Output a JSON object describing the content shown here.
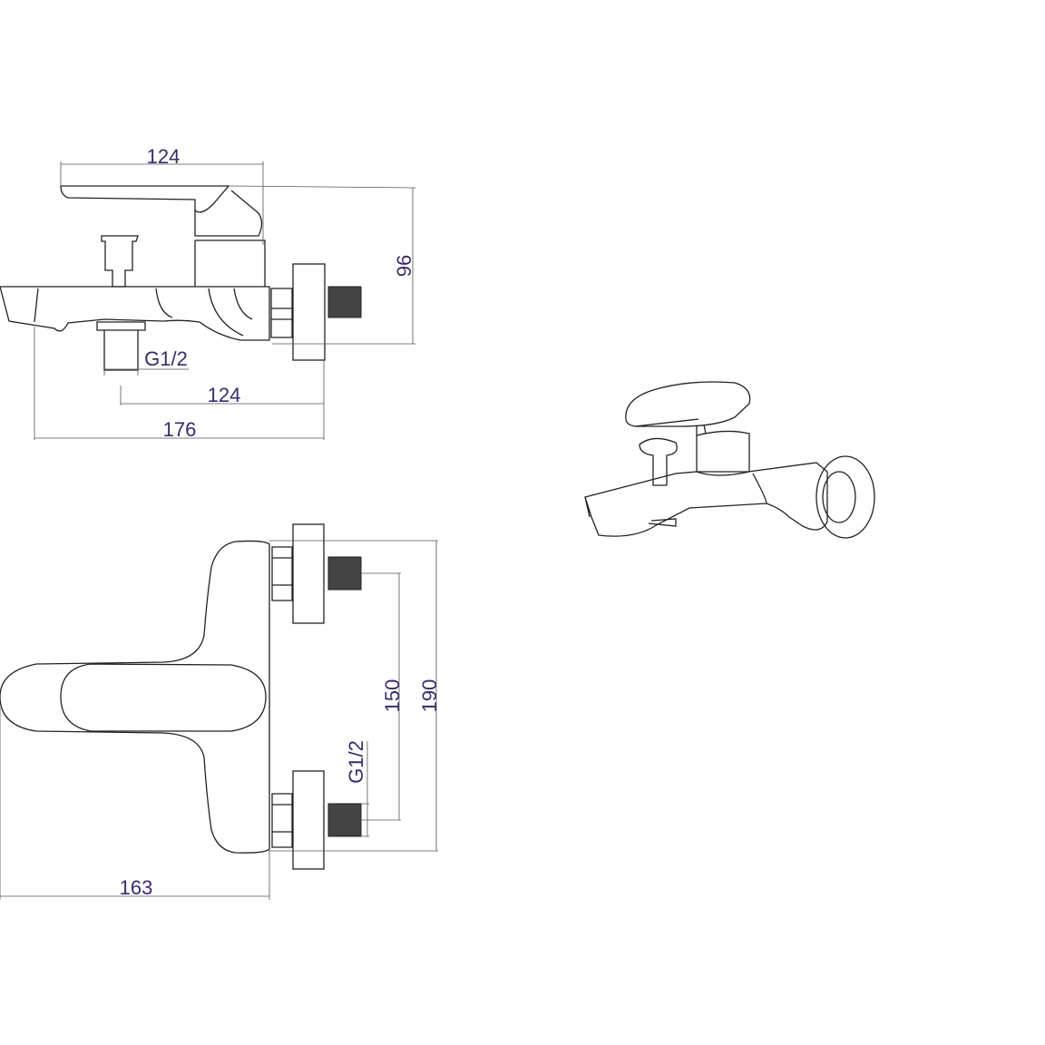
{
  "title": "Bath mixer technical drawing",
  "side_view": {
    "dim_lever_length": "124",
    "dim_height": "96",
    "dim_outlet_thread": "G1/2",
    "dim_outlet_to_wall": "124",
    "dim_total_depth": "176"
  },
  "top_view": {
    "dim_inlet_thread": "G1/2",
    "dim_inlet_spacing": "150",
    "dim_total_width": "190",
    "dim_depth": "163"
  },
  "colors": {
    "dimension_text": "#3b2a6b",
    "line": "#222222"
  }
}
